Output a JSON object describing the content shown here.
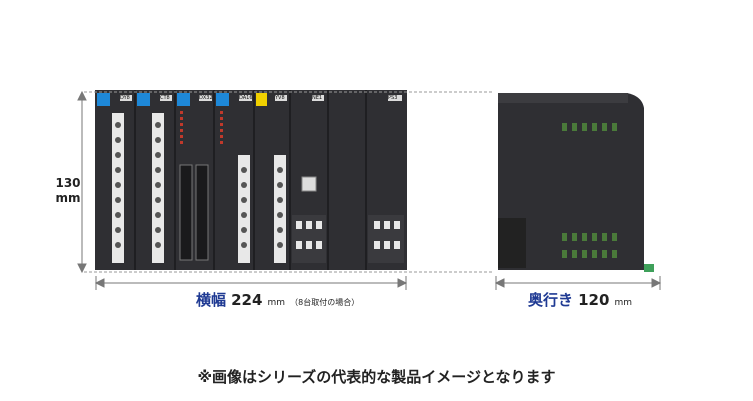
{
  "height_dimension": {
    "value": "130",
    "unit": "mm"
  },
  "width_dimension": {
    "label": "横幅",
    "value": "224",
    "unit": "mm",
    "note": "（8台取付の場合）"
  },
  "depth_dimension": {
    "label": "奥行き",
    "value": "120",
    "unit": "mm"
  },
  "module_tags": [
    "DY8",
    "CT8",
    "DX32",
    "DA16",
    "YV8",
    "NE1",
    "PS3"
  ],
  "caption": "※画像はシリーズの代表的な製品イメージとなります",
  "colors": {
    "label_blue": "#1f3a93",
    "module_body": "#2b2b2e",
    "tag_blue": "#1e88d8",
    "tag_yellow": "#f0d000"
  }
}
